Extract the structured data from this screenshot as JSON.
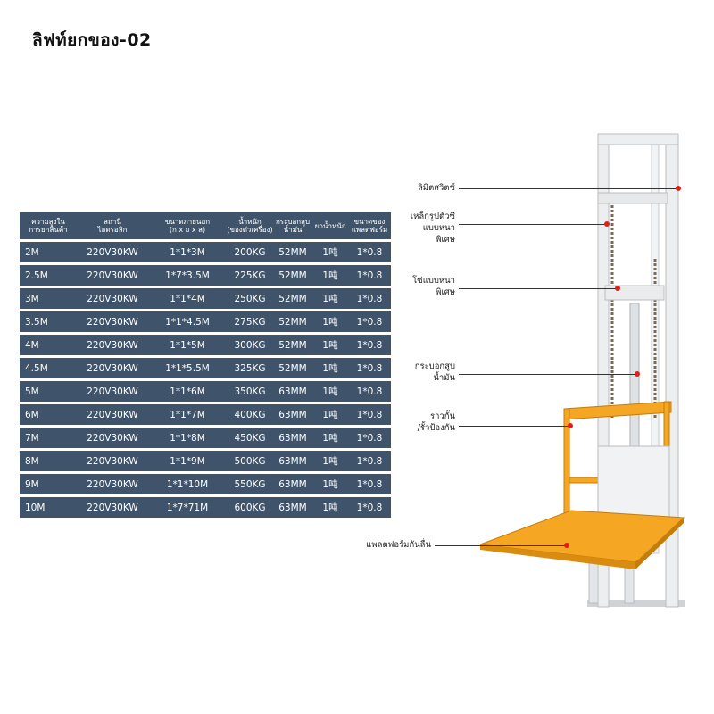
{
  "title": "ลิฟท์ยกของ-02",
  "table": {
    "headers": [
      [
        "ความสูงใน",
        "การยกสินค้า"
      ],
      [
        "สถานี",
        "ไฮดรอลิก"
      ],
      [
        "ขนาดภายนอก",
        "(ก x ย x ส)"
      ],
      [
        "น้ำหนัก",
        "(ของตัวเครื่อง)"
      ],
      [
        "กระบอกสูบ",
        "น้ำมัน"
      ],
      [
        "ยกน้ำหนัก"
      ],
      [
        "ขนาดของ",
        "แพลตฟอร์ม"
      ]
    ],
    "rows": [
      [
        "2M",
        "220V30KW",
        "1*1*3M",
        "200KG",
        "52MM",
        "1吨",
        "1*0.8"
      ],
      [
        "2.5M",
        "220V30KW",
        "1*7*3.5M",
        "225KG",
        "52MM",
        "1吨",
        "1*0.8"
      ],
      [
        "3M",
        "220V30KW",
        "1*1*4M",
        "250KG",
        "52MM",
        "1吨",
        "1*0.8"
      ],
      [
        "3.5M",
        "220V30KW",
        "1*1*4.5M",
        "275KG",
        "52MM",
        "1吨",
        "1*0.8"
      ],
      [
        "4M",
        "220V30KW",
        "1*1*5M",
        "300KG",
        "52MM",
        "1吨",
        "1*0.8"
      ],
      [
        "4.5M",
        "220V30KW",
        "1*1*5.5M",
        "325KG",
        "52MM",
        "1吨",
        "1*0.8"
      ],
      [
        "5M",
        "220V30KW",
        "1*1*6M",
        "350KG",
        "63MM",
        "1吨",
        "1*0.8"
      ],
      [
        "6M",
        "220V30KW",
        "1*1*7M",
        "400KG",
        "63MM",
        "1吨",
        "1*0.8"
      ],
      [
        "7M",
        "220V30KW",
        "1*1*8M",
        "450KG",
        "63MM",
        "1吨",
        "1*0.8"
      ],
      [
        "8M",
        "220V30KW",
        "1*1*9M",
        "500KG",
        "63MM",
        "1吨",
        "1*0.8"
      ],
      [
        "9M",
        "220V30KW",
        "1*1*10M",
        "550KG",
        "63MM",
        "1吨",
        "1*0.8"
      ],
      [
        "10M",
        "220V30KW",
        "1*7*71M",
        "600KG",
        "63MM",
        "1吨",
        "1*0.8"
      ]
    ]
  },
  "callouts": [
    {
      "lines": [
        "ลิมิตสวิตช์"
      ]
    },
    {
      "lines": [
        "เหล็กรูปตัวซี",
        "แบบหนาพิเศษ"
      ]
    },
    {
      "lines": [
        "โซ่แบบหนา",
        "พิเศษ"
      ]
    },
    {
      "lines": [
        "กระบอกสูบ",
        "น้ำมัน"
      ]
    },
    {
      "lines": [
        "ราวกั้น",
        "/รั้วป้องกัน"
      ]
    },
    {
      "lines": [
        "แพลตฟอร์มกันลื่น"
      ]
    }
  ],
  "colors": {
    "table_bg": "#3f536a",
    "frame": "#e6e8ea",
    "platform": "#f5a623",
    "callout_dot": "#e0201b"
  }
}
